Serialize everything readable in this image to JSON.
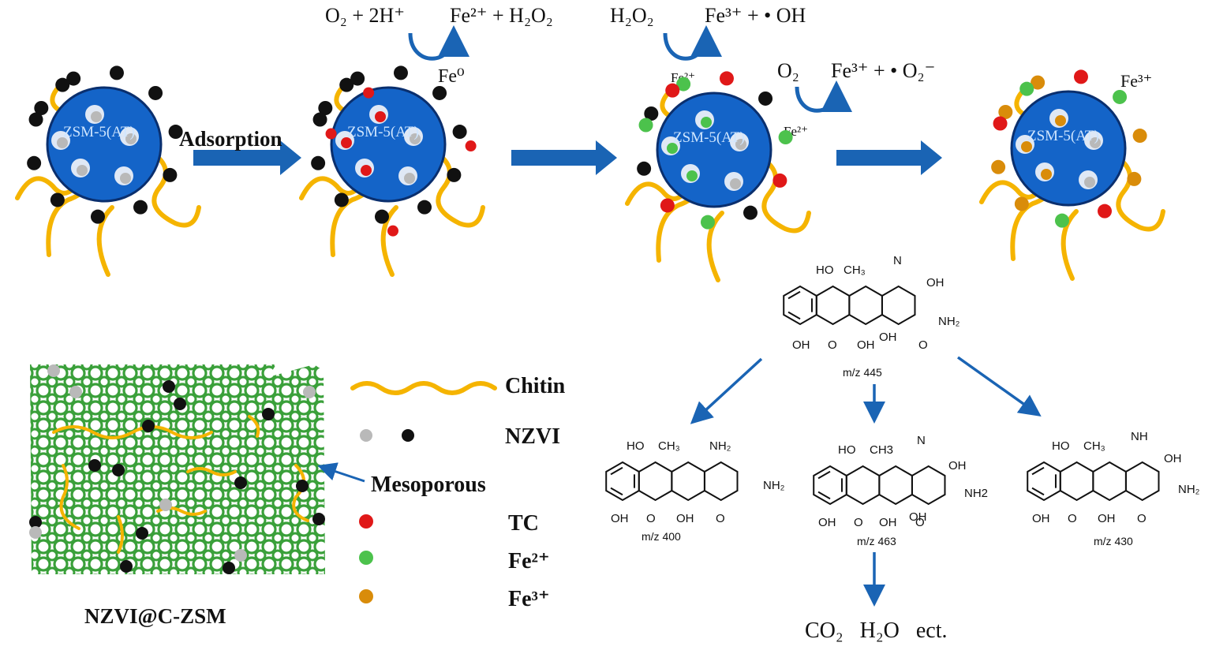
{
  "reactions": {
    "r1_left": "O₂ + 2H⁺",
    "r1_right": "Fe²⁺ + H₂O₂",
    "r1_catalyst": "Fe⁰",
    "r2_left": "H₂O₂",
    "r2_right": "Fe³⁺ + • OH",
    "r3_left": "O₂",
    "r3_right": "Fe³⁺ + • O₂⁻",
    "fe2_label_a": "Fe²⁺",
    "fe2_label_b": "Fe²⁺",
    "fe3_label": "Fe³⁺"
  },
  "steps": {
    "adsorption": "Adsorption",
    "particle_label": "ZSM-5(AT)"
  },
  "legend": {
    "chitin": "Chitin",
    "nzvi": "NZVI",
    "mesoporous": "Mesoporous",
    "tc": "TC",
    "fe2": "Fe²⁺",
    "fe3": "Fe³⁺"
  },
  "material_label": "NZVI@C-ZSM",
  "molecules": {
    "parent_mz": "m/z 445",
    "left_mz": "m/z 400",
    "center_mz": "m/z 463",
    "right_mz": "m/z 430",
    "final_products": "CO₂   H₂O   ect.",
    "labels": {
      "ho": "HO",
      "ch3": "CH₃",
      "ch3_plain": "CH3",
      "oh": "OH",
      "o": "O",
      "nh2": "NH₂",
      "nh2_plain": "NH2",
      "nh": "NH",
      "n": "N"
    }
  },
  "colors": {
    "particle": "#1464c8",
    "particle_edge": "#0a2f6e",
    "chitin": "#f5b400",
    "nzvi": "#111111",
    "nzvi_gray": "#b9b9b9",
    "tc": "#e01818",
    "fe2": "#4cc24c",
    "fe3": "#d98c0a",
    "arrow": "#1a64b4",
    "mesh": "#3aa03a"
  }
}
